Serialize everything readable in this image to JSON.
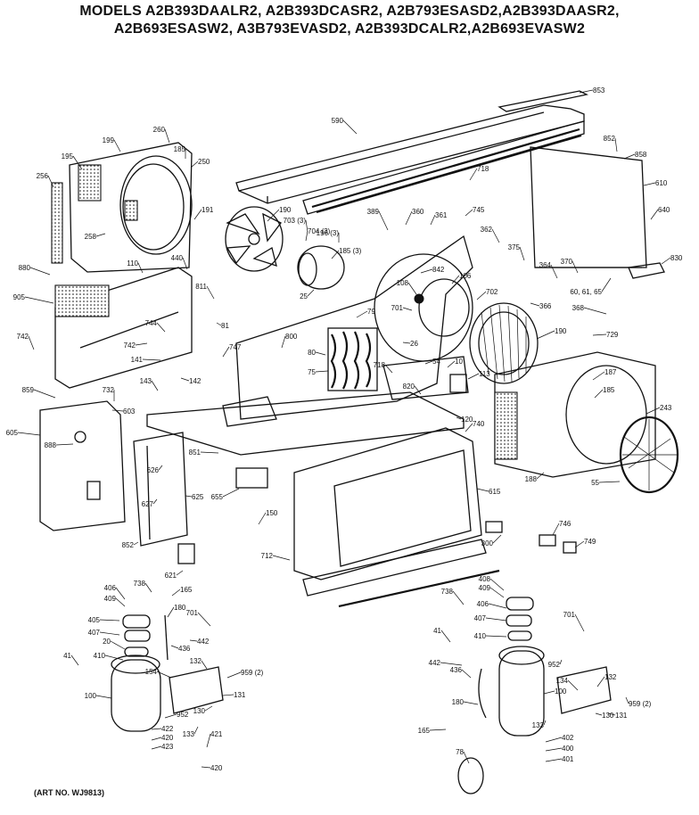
{
  "header": {
    "line1": "MODELS A2B393DAALR2, A2B393DCASR2, A2B793ESASD2,A2B393DAASR2,",
    "line2": "A2B693ESASW2, A3B793EVASD2, A2B393DCALR2,A2B693EVASW2"
  },
  "art_no": "(ART NO. WJ9813)",
  "labels": [
    {
      "id": "853",
      "text": "853"
    },
    {
      "id": "590",
      "text": "590"
    },
    {
      "id": "260",
      "text": "260"
    },
    {
      "id": "195",
      "text": "195"
    },
    {
      "id": "199",
      "text": "199"
    },
    {
      "id": "185a",
      "text": "185"
    },
    {
      "id": "256",
      "text": "256"
    },
    {
      "id": "258",
      "text": "258"
    },
    {
      "id": "250",
      "text": "250"
    },
    {
      "id": "191",
      "text": "191"
    },
    {
      "id": "190a",
      "text": "190"
    },
    {
      "id": "880",
      "text": "880"
    },
    {
      "id": "110",
      "text": "110"
    },
    {
      "id": "440",
      "text": "440"
    },
    {
      "id": "905",
      "text": "905"
    },
    {
      "id": "703",
      "text": "703 (3)"
    },
    {
      "id": "704",
      "text": "704 (3)"
    },
    {
      "id": "196",
      "text": "196 (3)"
    },
    {
      "id": "185b",
      "text": "185 (3)"
    },
    {
      "id": "389",
      "text": "389"
    },
    {
      "id": "360",
      "text": "360"
    },
    {
      "id": "361",
      "text": "361"
    },
    {
      "id": "745",
      "text": "745"
    },
    {
      "id": "362",
      "text": "362"
    },
    {
      "id": "375",
      "text": "375"
    },
    {
      "id": "852a",
      "text": "852"
    },
    {
      "id": "858",
      "text": "858"
    },
    {
      "id": "718a",
      "text": "718"
    },
    {
      "id": "610",
      "text": "610"
    },
    {
      "id": "640",
      "text": "640"
    },
    {
      "id": "830",
      "text": "830"
    },
    {
      "id": "370",
      "text": "370"
    },
    {
      "id": "364",
      "text": "364"
    },
    {
      "id": "60",
      "text": "60, 61, 65"
    },
    {
      "id": "366",
      "text": "366"
    },
    {
      "id": "368",
      "text": "368"
    },
    {
      "id": "729",
      "text": "729"
    },
    {
      "id": "742a",
      "text": "742"
    },
    {
      "id": "742b",
      "text": "742"
    },
    {
      "id": "744",
      "text": "744"
    },
    {
      "id": "141",
      "text": "141"
    },
    {
      "id": "142",
      "text": "142"
    },
    {
      "id": "143",
      "text": "143"
    },
    {
      "id": "81",
      "text": "81"
    },
    {
      "id": "811",
      "text": "811"
    },
    {
      "id": "747",
      "text": "747"
    },
    {
      "id": "25",
      "text": "25"
    },
    {
      "id": "842",
      "text": "842"
    },
    {
      "id": "106",
      "text": "106"
    },
    {
      "id": "108",
      "text": "108"
    },
    {
      "id": "702",
      "text": "702"
    },
    {
      "id": "701a",
      "text": "701"
    },
    {
      "id": "79",
      "text": "79"
    },
    {
      "id": "800",
      "text": "800"
    },
    {
      "id": "80",
      "text": "80"
    },
    {
      "id": "75",
      "text": "75"
    },
    {
      "id": "26",
      "text": "26"
    },
    {
      "id": "54",
      "text": "54"
    },
    {
      "id": "10",
      "text": "10"
    },
    {
      "id": "190b",
      "text": "190"
    },
    {
      "id": "187",
      "text": "187"
    },
    {
      "id": "185c",
      "text": "185"
    },
    {
      "id": "243",
      "text": "243"
    },
    {
      "id": "718b",
      "text": "718"
    },
    {
      "id": "113",
      "text": "113"
    },
    {
      "id": "820",
      "text": "820"
    },
    {
      "id": "120",
      "text": "120"
    },
    {
      "id": "740",
      "text": "740"
    },
    {
      "id": "859",
      "text": "859"
    },
    {
      "id": "732",
      "text": "732"
    },
    {
      "id": "603",
      "text": "603"
    },
    {
      "id": "605",
      "text": "605"
    },
    {
      "id": "888",
      "text": "888"
    },
    {
      "id": "851",
      "text": "851"
    },
    {
      "id": "626",
      "text": "626"
    },
    {
      "id": "625",
      "text": "625"
    },
    {
      "id": "627",
      "text": "627"
    },
    {
      "id": "852b",
      "text": "852"
    },
    {
      "id": "655",
      "text": "655"
    },
    {
      "id": "150",
      "text": "150"
    },
    {
      "id": "615",
      "text": "615"
    },
    {
      "id": "188",
      "text": "188"
    },
    {
      "id": "55",
      "text": "55"
    },
    {
      "id": "300",
      "text": "300"
    },
    {
      "id": "746",
      "text": "746"
    },
    {
      "id": "749",
      "text": "749"
    },
    {
      "id": "712",
      "text": "712"
    },
    {
      "id": "621",
      "text": "621"
    },
    {
      "id": "406a",
      "text": "406"
    },
    {
      "id": "738a",
      "text": "738"
    },
    {
      "id": "165a",
      "text": "165"
    },
    {
      "id": "409a",
      "text": "409"
    },
    {
      "id": "180a",
      "text": "180"
    },
    {
      "id": "701b",
      "text": "701"
    },
    {
      "id": "405a",
      "text": "405"
    },
    {
      "id": "407a",
      "text": "407"
    },
    {
      "id": "20",
      "text": "20"
    },
    {
      "id": "410a",
      "text": "410"
    },
    {
      "id": "442a",
      "text": "442"
    },
    {
      "id": "436a",
      "text": "436"
    },
    {
      "id": "41a",
      "text": "41"
    },
    {
      "id": "132a",
      "text": "132"
    },
    {
      "id": "959a",
      "text": "959 (2)"
    },
    {
      "id": "154",
      "text": "154"
    },
    {
      "id": "131a",
      "text": "131"
    },
    {
      "id": "130a",
      "text": "130"
    },
    {
      "id": "100a",
      "text": "100"
    },
    {
      "id": "952a",
      "text": "952"
    },
    {
      "id": "133a",
      "text": "133"
    },
    {
      "id": "422",
      "text": "422"
    },
    {
      "id": "420",
      "text": "420"
    },
    {
      "id": "423",
      "text": "423"
    },
    {
      "id": "421",
      "text": "421"
    },
    {
      "id": "420b",
      "text": "420"
    },
    {
      "id": "408",
      "text": "408"
    },
    {
      "id": "409b",
      "text": "409"
    },
    {
      "id": "738b",
      "text": "738"
    },
    {
      "id": "406b",
      "text": "406"
    },
    {
      "id": "407b",
      "text": "407"
    },
    {
      "id": "410b",
      "text": "410"
    },
    {
      "id": "701c",
      "text": "701"
    },
    {
      "id": "41b",
      "text": "41"
    },
    {
      "id": "442b",
      "text": "442"
    },
    {
      "id": "436b",
      "text": "436"
    },
    {
      "id": "952b",
      "text": "952"
    },
    {
      "id": "132b",
      "text": "132"
    },
    {
      "id": "134",
      "text": "134"
    },
    {
      "id": "959b",
      "text": "959 (2)"
    },
    {
      "id": "100b",
      "text": "100"
    },
    {
      "id": "130b",
      "text": "130"
    },
    {
      "id": "131b",
      "text": "131"
    },
    {
      "id": "180b",
      "text": "180"
    },
    {
      "id": "165b",
      "text": "165"
    },
    {
      "id": "133b",
      "text": "133"
    },
    {
      "id": "402",
      "text": "402"
    },
    {
      "id": "400",
      "text": "400"
    },
    {
      "id": "401",
      "text": "401"
    },
    {
      "id": "78",
      "text": "78"
    }
  ]
}
